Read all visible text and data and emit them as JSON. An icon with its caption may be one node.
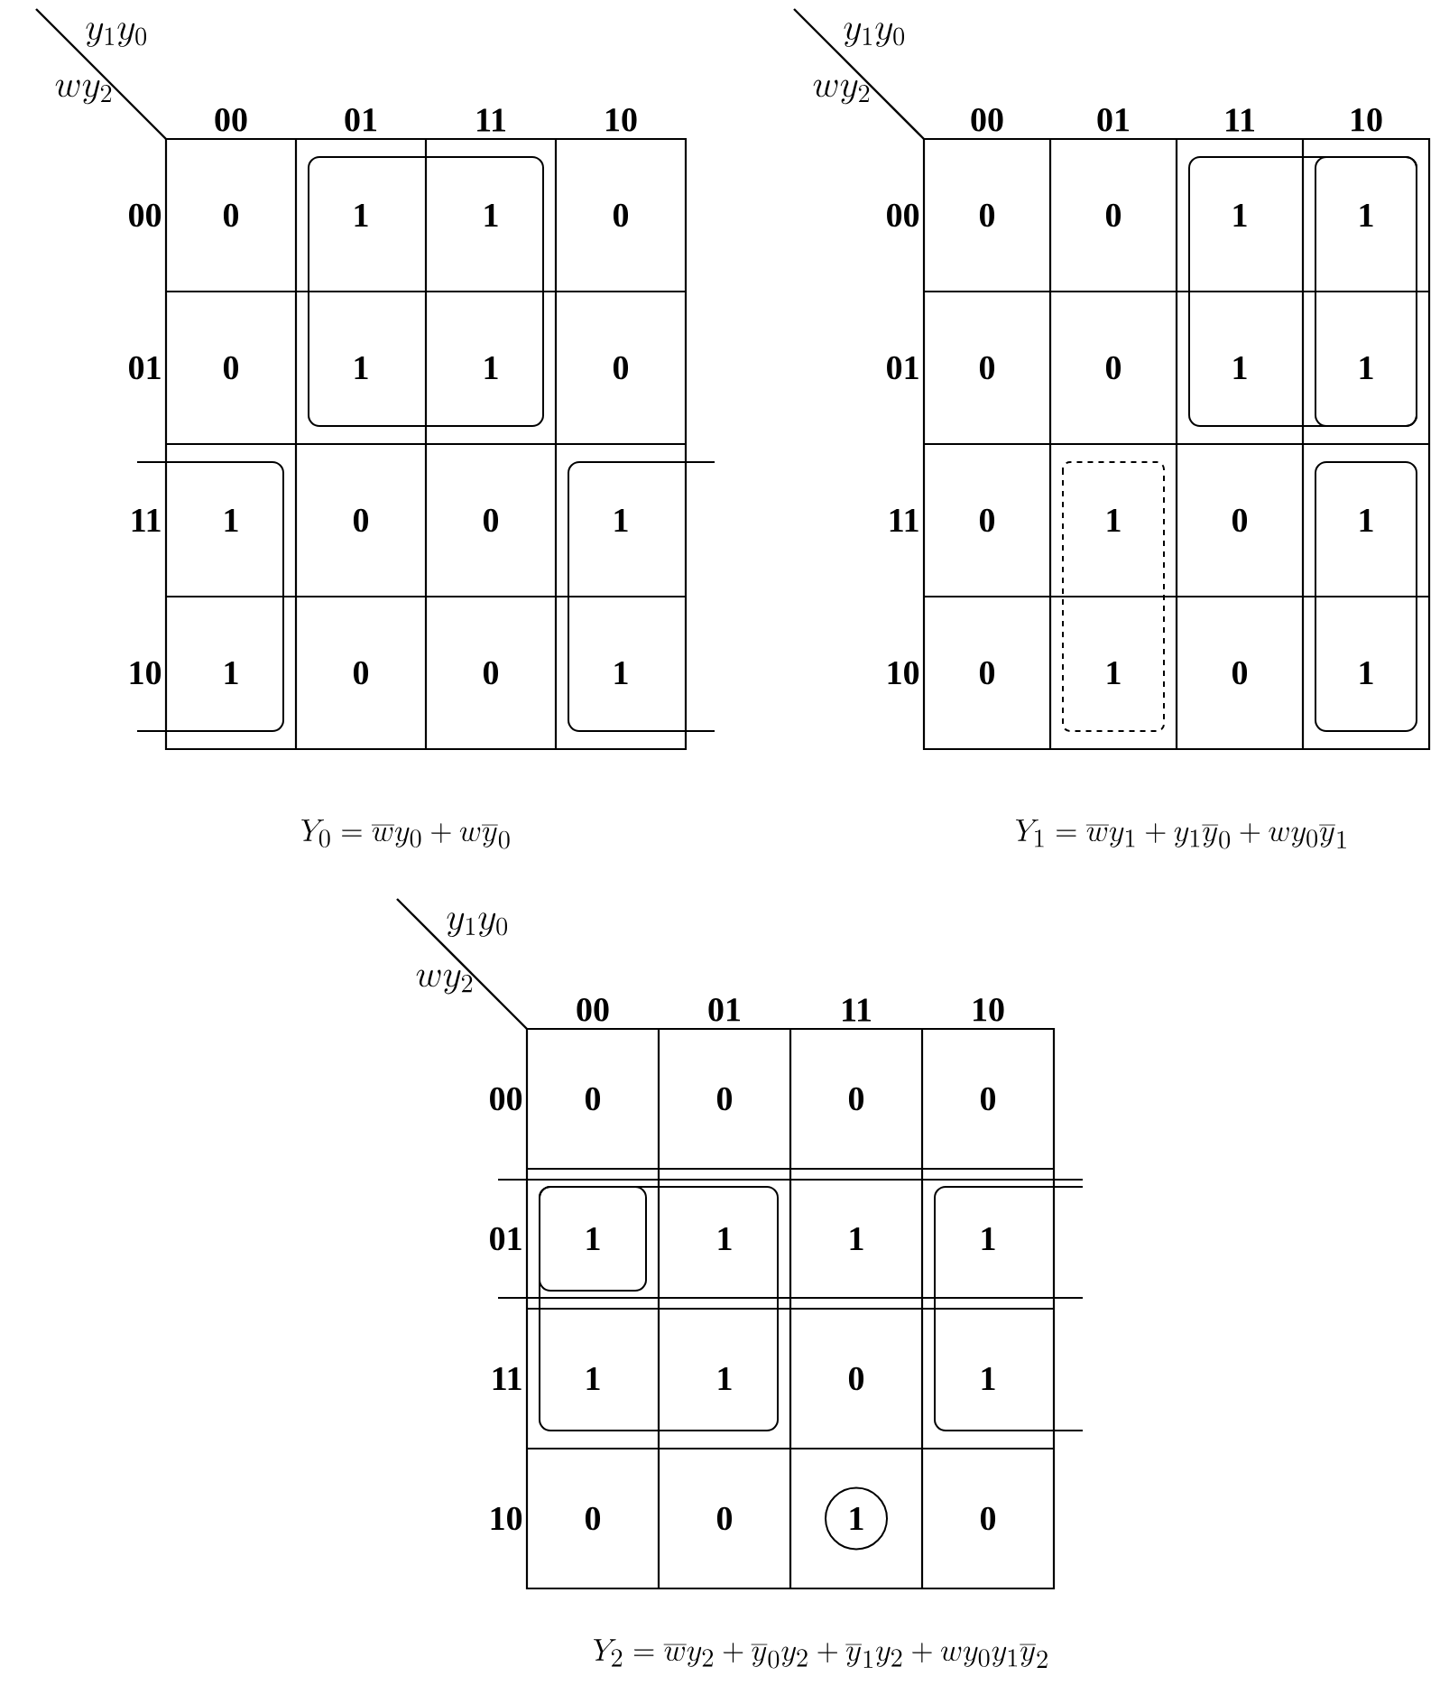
{
  "diagram": {
    "labels": [
      "y_1y_0",
      "wy_2",
      "00",
      "01",
      "11",
      "10",
      "00",
      "0",
      "1",
      "1",
      "0",
      "01",
      "0",
      "1",
      "1",
      "0",
      "11",
      "1",
      "0",
      "0",
      "1",
      "10",
      "1",
      "0",
      "0",
      "1",
      "Y_0 = \\overline{w}y_0 + w\\overline{y}_0",
      "y_1y_0",
      "wy_2",
      "00",
      "01",
      "11",
      "10",
      "00",
      "0",
      "0",
      "1",
      "1",
      "01",
      "0",
      "0",
      "1",
      "1",
      "11",
      "0",
      "1",
      "0",
      "1",
      "10",
      "0",
      "1",
      "0",
      "1",
      "Y_1 = \\overline{w}y_1 + y_1\\overline{y}_0 + wy_0\\overline{y}_1",
      "y_1y_0",
      "wy_2",
      "00",
      "01",
      "11",
      "10",
      "00",
      "0",
      "0",
      "0",
      "0",
      "01",
      "1",
      "1",
      "1",
      "1",
      "11",
      "1",
      "1",
      "0",
      "1",
      "10",
      "0",
      "0",
      "1",
      "0",
      "Y_2 = \\overline{w}y_2 + \\overline{y}_0y_2 + \\overline{y}_1y_2 + wy_0y_1\\overline{y}_2"
    ]
  }
}
